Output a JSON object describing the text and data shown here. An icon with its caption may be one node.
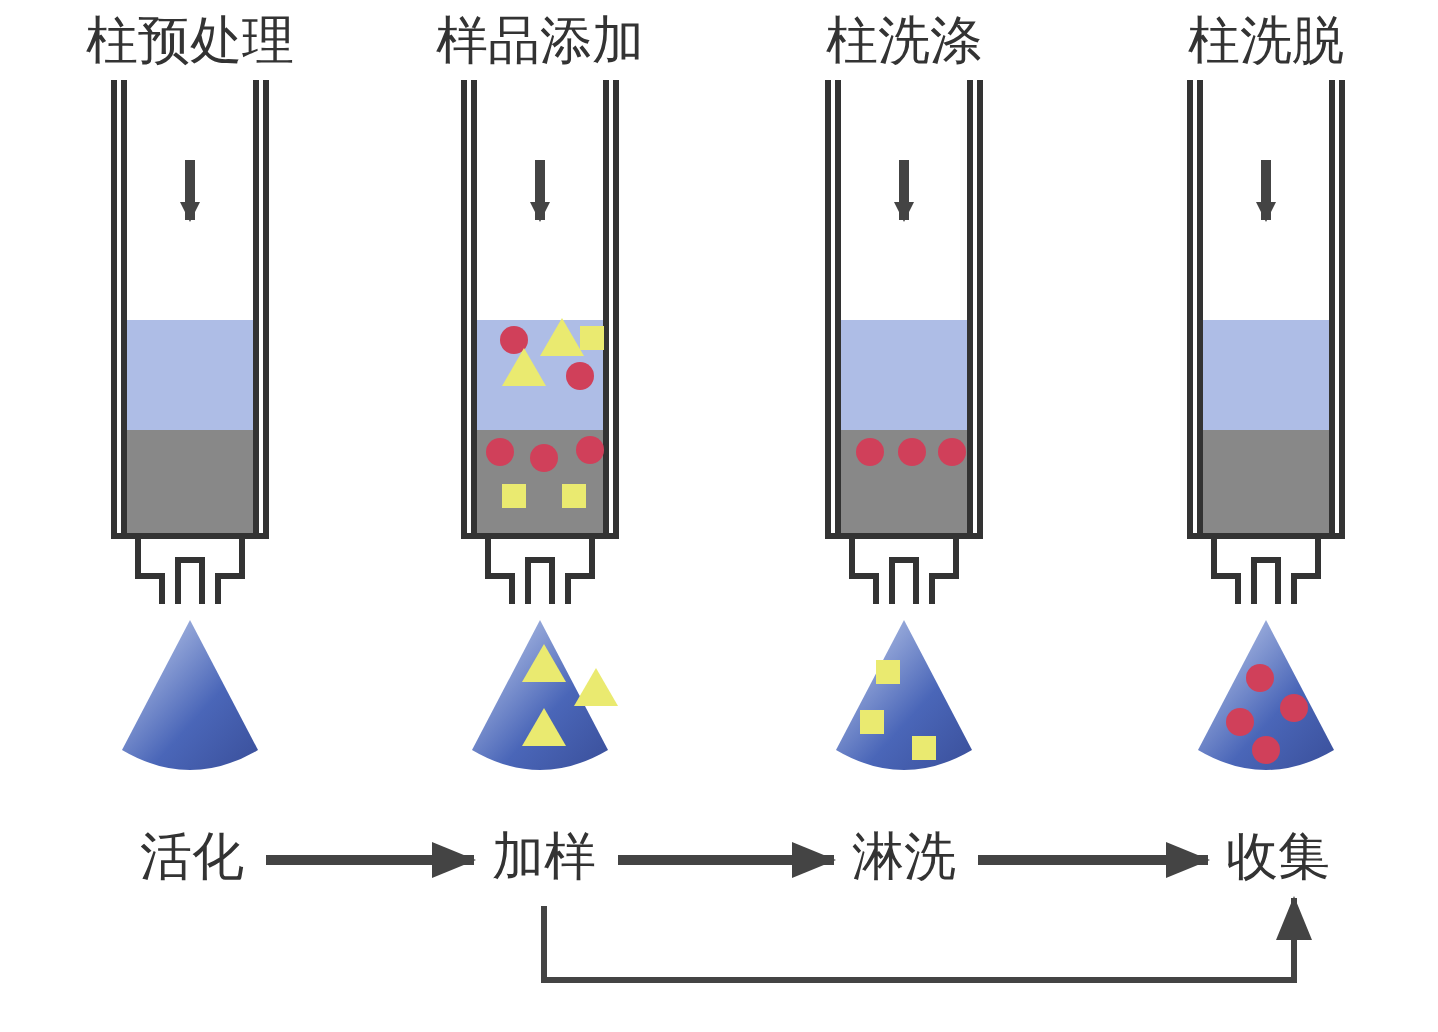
{
  "diagram": {
    "nodes": [
      {
        "text": [
          "活化"
        ]
      },
      {
        "text": [
          "加样"
        ]
      },
      {
        "text": [
          "淋洗"
        ]
      },
      {
        "text": [
          "收集"
        ]
      }
    ],
    "edges": [
      {
        "from": 0,
        "to": 1,
        "arrow": "to"
      },
      {
        "from": 1,
        "to": 2,
        "arrow": "to"
      },
      {
        "from": 2,
        "to": 3,
        "arrow": "to"
      },
      {
        "from": 1,
        "to": 3,
        "arrow": "to"
      }
    ],
    "labels": [
      "柱预处理",
      "样品添加",
      "柱洗涤",
      "柱洗脱"
    ]
  }
}
